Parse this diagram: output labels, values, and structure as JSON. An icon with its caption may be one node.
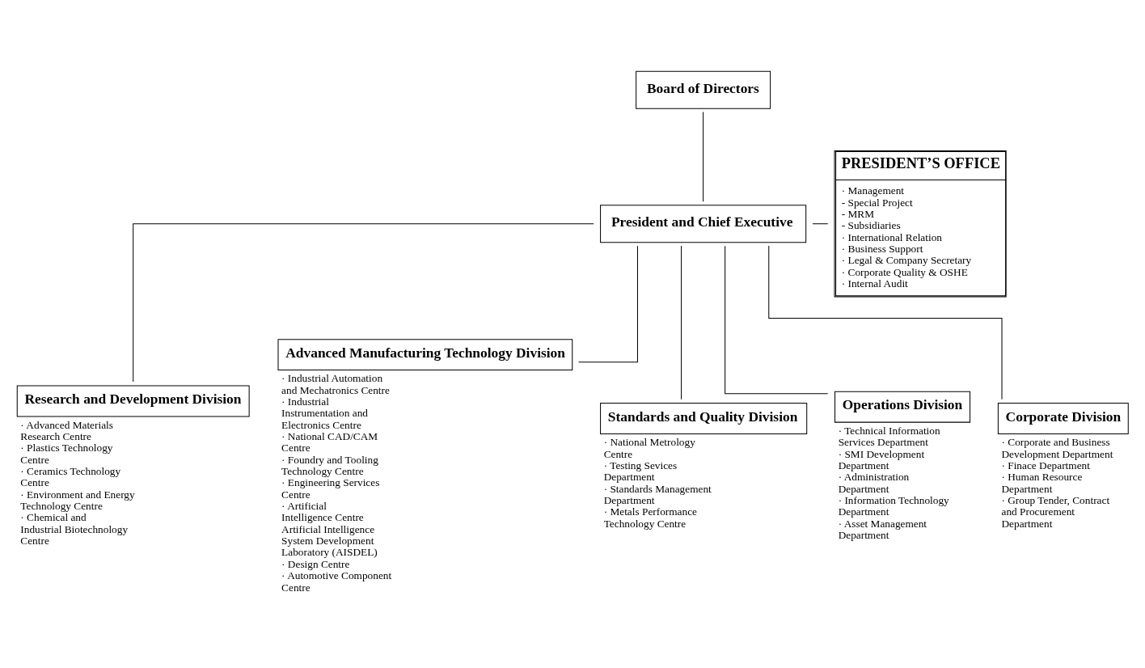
{
  "diagram": {
    "nodes": [
      {
        "text": [
          "Board of Directors"
        ]
      },
      {
        "text": [
          "President and Chief Executive"
        ]
      },
      {
        "text": [
          "PRESIDENT’S OFFICE",
          "· Management",
          "- Special Project",
          "- MRM",
          "- Subsidiaries",
          "· International Relation",
          "· Business Support",
          "· Legal & Company Secretary",
          "· Corporate Quality & OSHE",
          "· Internal Audit"
        ]
      },
      {
        "text": [
          "Research and Development Division"
        ],
        "beside": [
          "· Advanced Materials Research Centre",
          "· Plastics Technology Centre",
          "· Ceramics Technology Centre",
          "· Environment and Energy Technology Centre",
          "· Chemical and Industrial Biotechnology Centre"
        ]
      },
      {
        "text": [
          "Advanced Manufacturing Technology Division"
        ],
        "beside": [
          "· Industrial Automation and Mechatronics Centre",
          "· Industrial Instrumentation and Electronics Centre",
          "· National CAD/CAM Centre",
          "· Foundry and Tooling Technology Centre",
          "· Engineering Services Centre",
          "· Artificial Intelligence Centre",
          "Artificial Intelligence System Development Laboratory (AISDEL)",
          "· Design Centre",
          "· Automotive Component Centre"
        ]
      },
      {
        "text": [
          "Standards and Quality Division"
        ],
        "beside": [
          "· National Metrology Centre",
          "· Testing Sevices Department",
          "· Standards Management Department",
          "· Metals Performance Technology Centre"
        ]
      },
      {
        "text": [
          "Operations Division"
        ],
        "beside": [
          "· Technical Information Services Department",
          "· SMI Development Department",
          "· Administration Department",
          "· Information Technology Department",
          "· Asset Management Department"
        ]
      },
      {
        "text": [
          "Corporate Division"
        ],
        "beside": [
          "· Corporate and Business Development Department",
          "· Finace Department",
          "· Human Resource Department",
          "· Group Tender, Contract and Procurement Department"
        ]
      }
    ],
    "edges": [
      {
        "from": 0,
        "to": 1,
        "arrow": "none"
      },
      {
        "from": 1,
        "to": 2,
        "arrow": "none"
      },
      {
        "from": 1,
        "to": 3,
        "arrow": "none"
      },
      {
        "from": 1,
        "to": 4,
        "arrow": "none"
      },
      {
        "from": 1,
        "to": 5,
        "arrow": "none"
      },
      {
        "from": 1,
        "to": 6,
        "arrow": "none"
      },
      {
        "from": 1,
        "to": 7,
        "arrow": "none"
      }
    ]
  }
}
